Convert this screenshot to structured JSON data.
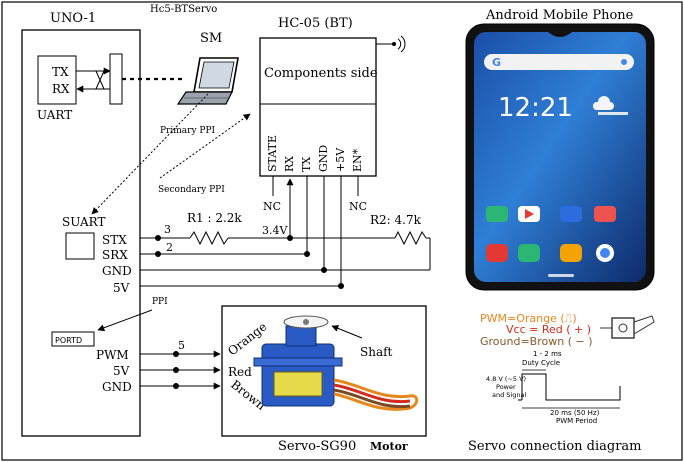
{
  "title": "Hc5-BTServo",
  "uno": {
    "label": "UNO-1",
    "uart_tx": "TX",
    "uart_rx": "RX",
    "uart": "UART",
    "suart": "SUART",
    "stx": "STX",
    "srx": "SRX",
    "gnd": "GND",
    "v5": "5V",
    "portd": "PORTD",
    "pwm": "PWM",
    "p5v": "5V",
    "pgnd": "GND"
  },
  "sm": "SM",
  "hc05": {
    "label": "HC-05 (BT)",
    "components": "Components side",
    "pins": [
      "STATE",
      "RX",
      "TX",
      "GND",
      "+5V",
      "EN*"
    ],
    "nc_left": "NC",
    "nc_right": "NC"
  },
  "ppi": {
    "primary": "Primary PPI",
    "secondary": "Secondary PPI",
    "portd": "PPI"
  },
  "wiring": {
    "r1": "R1 : 2.2k",
    "r2": "R2: 4.7k",
    "v34": "3.4V",
    "n3": "3",
    "n2": "2",
    "n5": "5"
  },
  "servo": {
    "orange": "Orange",
    "red": "Red",
    "brown": "Brown",
    "shaft": "Shaft",
    "caption": "Servo-SG90",
    "motor": "Motor",
    "wire_colors": {
      "orange": "#e8871e",
      "red": "#d62a1e",
      "brown": "#7a4a22"
    }
  },
  "phone": {
    "title": "Android Mobile Phone",
    "time": "12:21"
  },
  "servo_diagram": {
    "pwm_line": "PWM=Orange (⎍)",
    "vcc_line": "Vcc = Red ( + )",
    "gnd_line": "Ground=Brown ( − )",
    "duty_range": "1 - 2 ms",
    "duty_label": "Duty Cycle",
    "power_v": "4.8 V (~5 V)",
    "power_l1": "Power",
    "power_l2": "and Signal",
    "period": "20 ms (50 Hz)",
    "period_label": "PWM Period",
    "caption": "Servo connection diagram",
    "colors": {
      "orange": "#e8871e",
      "red": "#d62a1e",
      "brown": "#8a5a2a"
    }
  }
}
